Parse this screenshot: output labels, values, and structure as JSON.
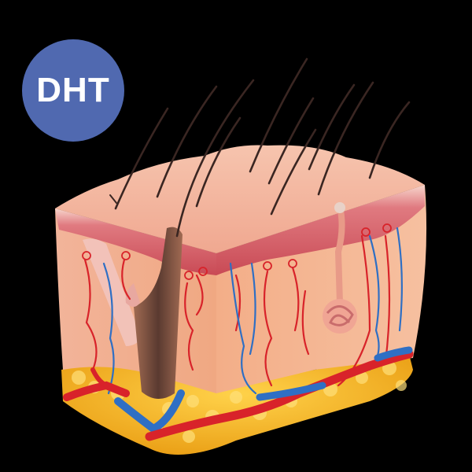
{
  "badge": {
    "label": "DHT",
    "color": "#5069B0",
    "text_color": "#FFFFFF"
  },
  "illustration": {
    "subject": "skin-cross-section",
    "layers": [
      "epidermis",
      "dermis",
      "subcutaneous-fat"
    ],
    "features": [
      "hair-shafts",
      "hair-follicle",
      "sebaceous-gland",
      "arrector-pili-muscle",
      "sweat-gland",
      "arteries",
      "veins",
      "capillary-loops"
    ],
    "colors": {
      "background": "#000000",
      "skin_top": "#F4B9A0",
      "skin_face": "#F0A880",
      "epidermis_band": "#D9606A",
      "fat": "#F0B020",
      "artery": "#D8232A",
      "vein": "#2F6FC4",
      "hair": "#3A2622",
      "follicle": "#8A5A44"
    }
  }
}
